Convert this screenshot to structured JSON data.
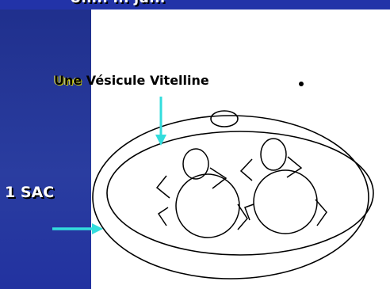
{
  "header": {
    "title_fragment": "Un... ... ju..."
  },
  "labels": {
    "vesicule_first": "Une",
    "vesicule_rest": " Vésicule Vitelline",
    "bullet": "•",
    "sac": "1 SAC"
  },
  "colors": {
    "band": "#2a3da0",
    "arrow": "#33dddd",
    "line": "#000000"
  }
}
